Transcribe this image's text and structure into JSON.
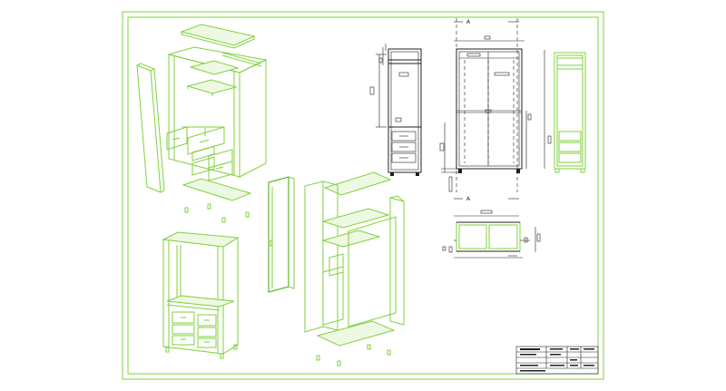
{
  "sheet": {
    "section_mark": "A",
    "colors": {
      "border": "#7fd13b",
      "parts": "#7fd13b",
      "parts_fill": "#eef9e4",
      "lines": "#222222"
    }
  },
  "views": [
    "exploded-top-left",
    "exploded-right",
    "assembled-bottom-left",
    "front-elevation",
    "side-elevation",
    "section-view",
    "plan-view",
    "title-block"
  ]
}
